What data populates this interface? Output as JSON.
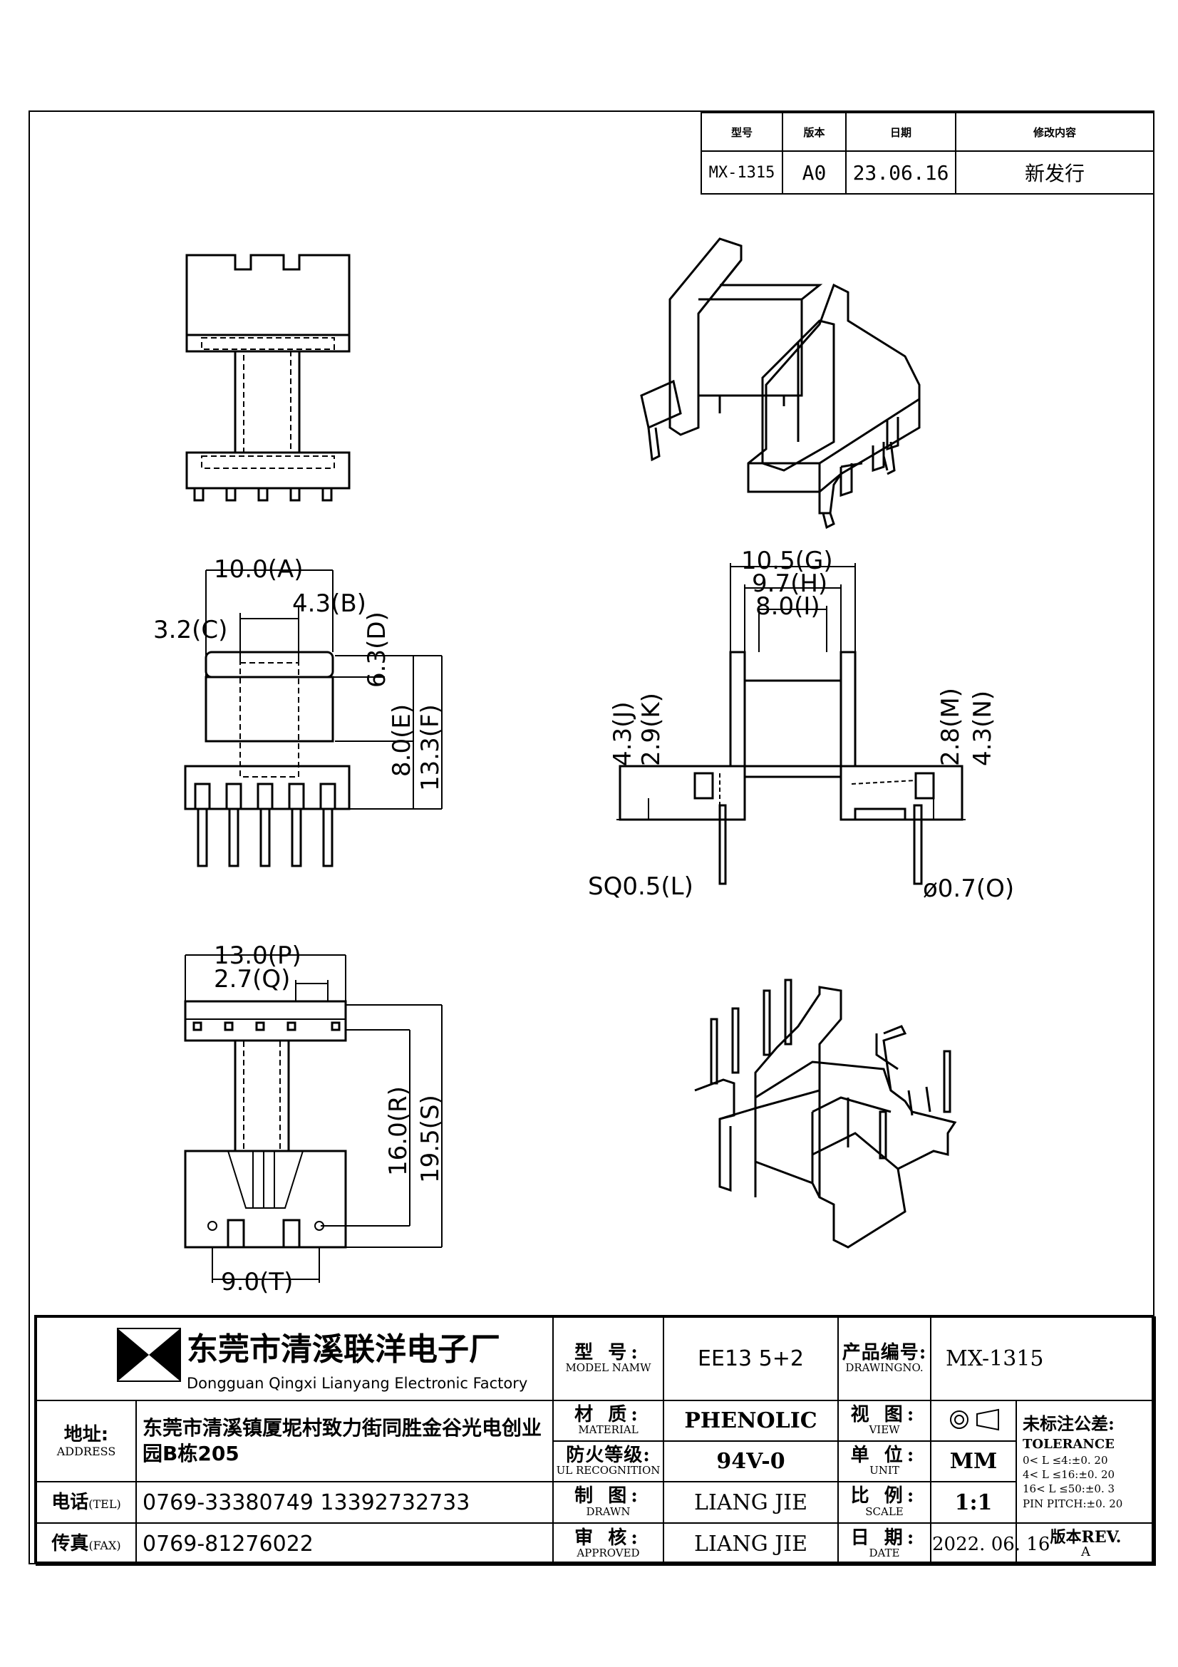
{
  "revision_table": {
    "headers": [
      "型号",
      "版本",
      "日期",
      "修改内容"
    ],
    "row": [
      "MX-1315",
      "A0",
      "23.06.16",
      "新发行"
    ]
  },
  "dimensions": {
    "A": "10.0(A)",
    "B": "4.3(B)",
    "C": "3.2(C)",
    "D": "6.3(D)",
    "E": "8.0(E)",
    "F": "13.3(F)",
    "G": "10.5(G)",
    "H": "9.7(H)",
    "I": "8.0(I)",
    "J": "4.3(J)",
    "K": "2.9(K)",
    "M": "2.8(M)",
    "N": "4.3(N)",
    "L": "SQ0.5(L)",
    "O": "ø0.7(O)",
    "P": "13.0(P)",
    "Q": "2.7(Q)",
    "R": "16.0(R)",
    "S": "19.5(S)",
    "T": "9.0(T)"
  },
  "title_block": {
    "company_cn": "东莞市清溪联洋电子厂",
    "company_en": "Dongguan Qingxi Lianyang Electronic Factory",
    "address_label_cn": "地址:",
    "address_label_en": "ADDRESS",
    "address_value": "东莞市清溪镇厦坭村致力街同胜金谷光电创业园B栋205",
    "tel_label_cn": "电话",
    "tel_label_en": "(TEL)",
    "tel_value": "0769-33380749    13392732733",
    "fax_label_cn": "传真",
    "fax_label_en": "(FAX)",
    "fax_value": "0769-81276022",
    "model_label_cn": "型 号:",
    "model_label_en": "MODEL NAMW",
    "model_value": "EE13  5+2",
    "material_label_cn": "材 质:",
    "material_label_en": "MATERIAL",
    "material_value": "PHENOLIC",
    "ul_label_cn": "防火等级:",
    "ul_label_en": "UL RECOGNITION",
    "ul_value": "94V-0",
    "drawn_label_cn": "制 图:",
    "drawn_label_en": "DRAWN",
    "drawn_value": "LIANG JIE",
    "approved_label_cn": "审 核:",
    "approved_label_en": "APPROVED",
    "approved_value": "LIANG JIE",
    "drawingno_label_cn": "产品编号:",
    "drawingno_label_en": "DRAWINGNO.",
    "drawingno_value": "MX-1315",
    "view_label_cn": "视 图:",
    "view_label_en": "VIEW",
    "unit_label_cn": "单 位:",
    "unit_label_en": "UNIT",
    "unit_value": "MM",
    "scale_label_cn": "比 例:",
    "scale_label_en": "SCALE",
    "scale_value": "1:1",
    "date_label_cn": "日 期:",
    "date_label_en": "DATE",
    "date_value": "2022. 06. 16",
    "rev_label": "版本REV.",
    "rev_value": "A",
    "tolerance_title_cn": "未标注公差:",
    "tolerance_title_en": "TOLERANCE",
    "tolerance_lines": [
      "0< L ≤4:±0. 20",
      "4< L ≤16:±0. 20",
      "16< L ≤50:±0. 3",
      "PIN PITCH:±0. 20"
    ]
  }
}
